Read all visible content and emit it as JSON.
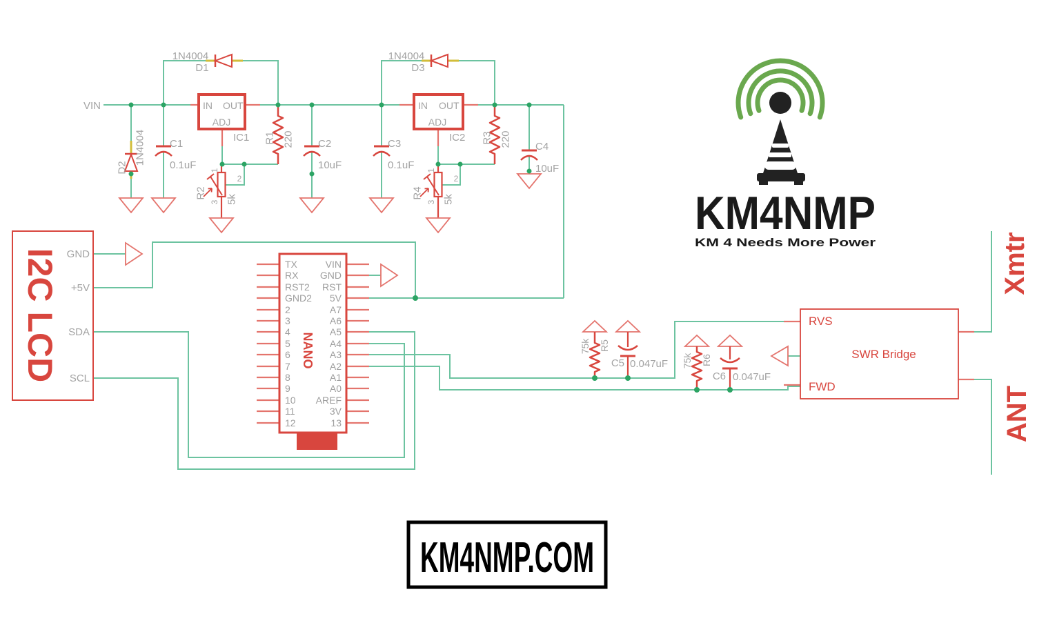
{
  "colors": {
    "wire_green": "#6cc3a0",
    "junction_green": "#2ca464",
    "part_red": "#d8463e",
    "stub_red": "#e4746d",
    "diode_lead_yellow": "#d2bd3a",
    "label_grey": "#a3a3a3",
    "logo_green": "#6aa84e",
    "logo_black": "#1a1a1a"
  },
  "power": {
    "vin_label": "VIN",
    "pin_in": "IN",
    "pin_out": "OUT",
    "pin_adj": "ADJ",
    "ic1_ref": "IC1",
    "ic2_ref": "IC2",
    "d1_part": "1N4004",
    "d1_ref": "D1",
    "d2_part": "1N4004",
    "d2_ref": "D2",
    "d3_part": "1N4004",
    "d3_ref": "D3",
    "c1_ref": "C1",
    "c1_val": "0.1uF",
    "c2_ref": "C2",
    "c2_val": "10uF",
    "c3_ref": "C3",
    "c3_val": "0.1uF",
    "c4_ref": "C4",
    "c4_val": "10uF",
    "r1_ref": "R1",
    "r1_val": "220",
    "r3_ref": "R3",
    "r3_val": "220",
    "r2_ref": "R2",
    "r2_val": "5k",
    "r4_ref": "R4",
    "r4_val": "5k",
    "pot_pin1": "1",
    "pot_pin2": "2",
    "pot_pin3": "3"
  },
  "lcd": {
    "title": "I2C LCD",
    "pins": {
      "gnd": "GND",
      "v5": "+5V",
      "sda": "SDA",
      "scl": "SCL"
    }
  },
  "mcu": {
    "name": "NANO",
    "left_pins": [
      "TX",
      "RX",
      "RST2",
      "GND2",
      "2",
      "3",
      "4",
      "5",
      "6",
      "7",
      "8",
      "9",
      "10",
      "11",
      "12"
    ],
    "right_pins": [
      "VIN",
      "GND",
      "RST",
      "5V",
      "A7",
      "A6",
      "A5",
      "A4",
      "A3",
      "A2",
      "A1",
      "A0",
      "AREF",
      "3V",
      "13"
    ]
  },
  "sense": {
    "r5_ref": "R5",
    "r5_val": "75k",
    "c5_ref": "C5",
    "c5_val": "0.047uF",
    "r6_ref": "R6",
    "r6_val": "75k",
    "c6_ref": "C6",
    "c6_val": "0.047uF"
  },
  "swr": {
    "title": "SWR Bridge",
    "rvs": "RVS",
    "fwd": "FWD"
  },
  "ports": {
    "xmtr": "Xmtr",
    "ant": "ANT"
  },
  "logo": {
    "title": "KM4NMP",
    "tagline": "KM 4 Needs More Power"
  },
  "footer": {
    "website": "KM4NMP.COM"
  }
}
